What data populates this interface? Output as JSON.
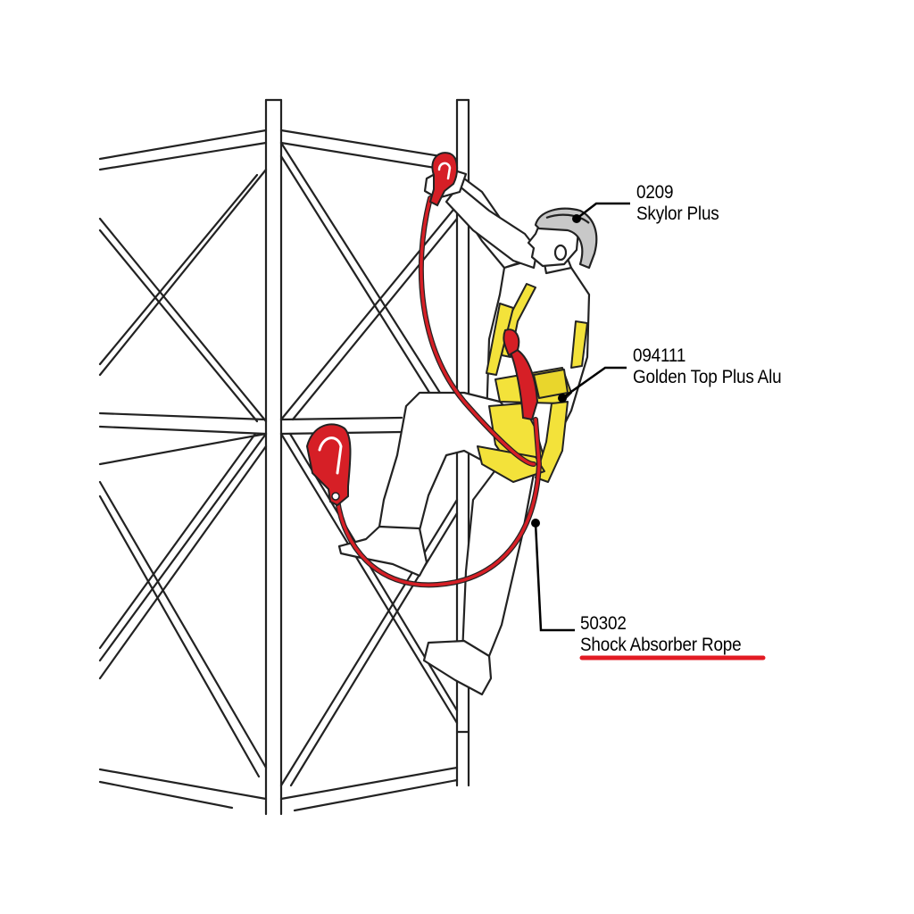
{
  "callouts": {
    "helmet": {
      "code": "0209",
      "name": "Skylor Plus"
    },
    "harness": {
      "code": "094111",
      "name": "Golden Top Plus Alu"
    },
    "rope": {
      "code": "50302",
      "name": "Shock Absorber Rope"
    }
  },
  "colors": {
    "lanyard_red": "#d61f26",
    "harness_yellow": "#f3e23a",
    "helmet_gray": "#c8c8c8",
    "line_black": "#222222",
    "highlight_red": "#e31b23"
  },
  "figure": {
    "subject": "climber-on-lattice-tower",
    "highlighted_item": "rope"
  }
}
